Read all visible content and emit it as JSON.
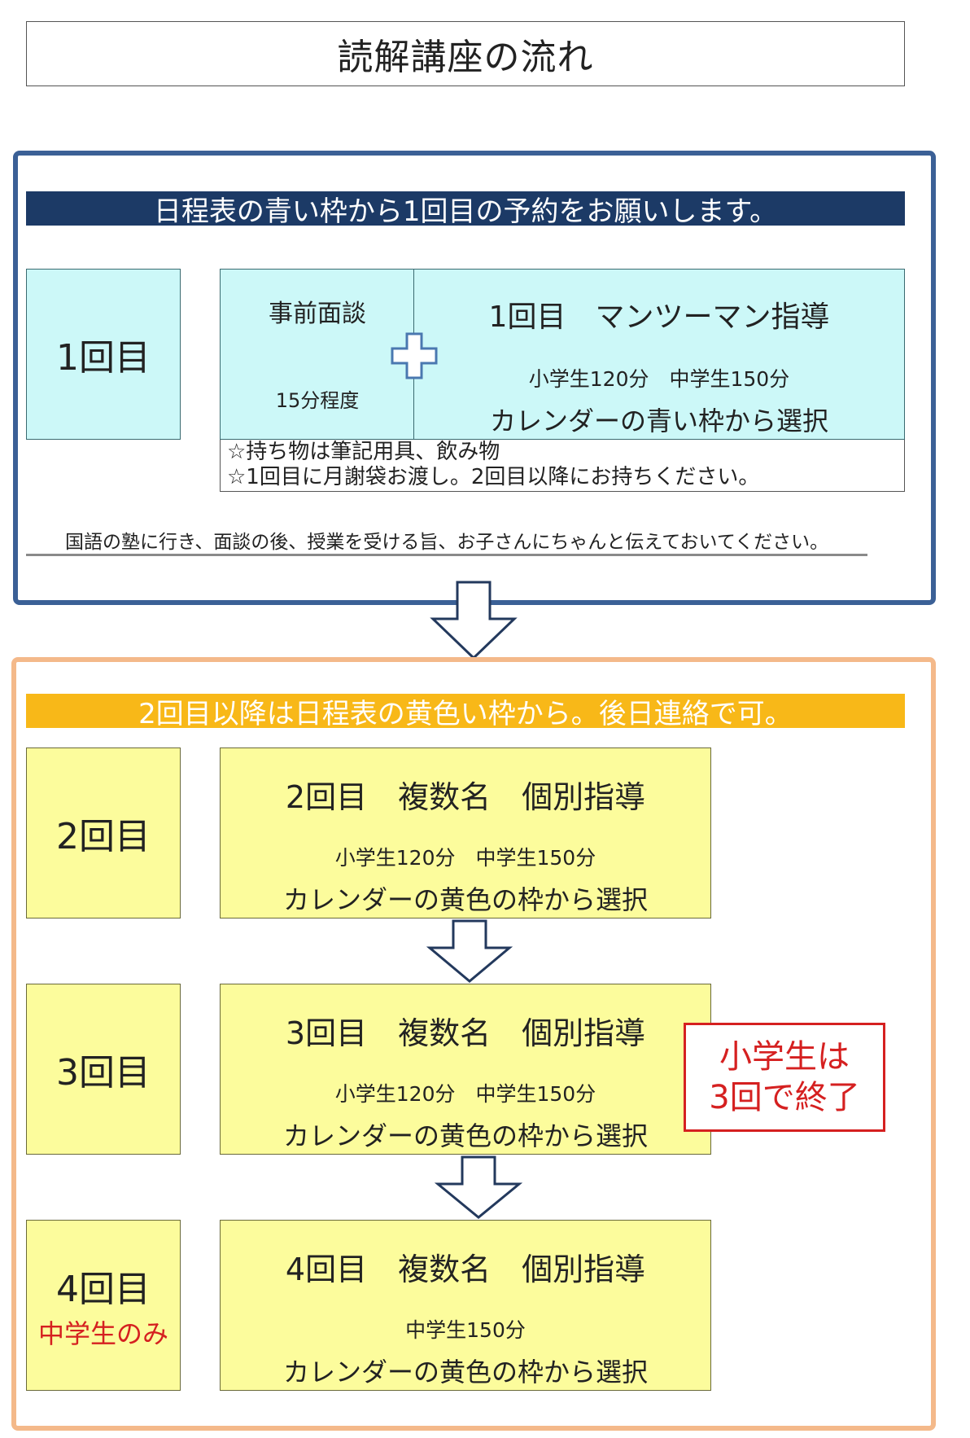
{
  "title": "読解講座の流れ",
  "section1": {
    "banner": "日程表の青い枠から1回目の予約をお願いします。",
    "step_label": "1回目",
    "pre_interview": {
      "title": "事前面談",
      "duration": "15分程度"
    },
    "main": {
      "title": "1回目　マンツーマン指導",
      "time": "小学生120分　中学生150分",
      "calendar": "カレンダーの青い枠から選択"
    },
    "notes": [
      "☆持ち物は筆記用具、飲み物",
      "☆1回目に月謝袋お渡し。2回目以降にお持ちください。"
    ],
    "remark": "国語の塾に行き、面談の後、授業を受ける旨、お子さんにちゃんと伝えておいてください。"
  },
  "section2": {
    "banner": "2回目以降は日程表の黄色い枠から。後日連絡で可。",
    "steps": [
      {
        "label": "2回目",
        "title": "2回目　複数名　個別指導",
        "time": "小学生120分　中学生150分",
        "calendar": "カレンダーの黄色の枠から選択"
      },
      {
        "label": "3回目",
        "title": "3回目　複数名　個別指導",
        "time": "小学生120分　中学生150分",
        "calendar": "カレンダーの黄色の枠から選択"
      },
      {
        "label": "4回目",
        "sub": "中学生のみ",
        "title": "4回目　複数名　個別指導",
        "time": "中学生150分",
        "calendar": "カレンダーの黄色の枠から選択"
      }
    ],
    "callout": [
      "小学生は",
      "3回で終了"
    ]
  },
  "colors": {
    "blue_frame": "#3b6096",
    "navy_banner": "#1c3a66",
    "orange_frame": "#f4b98a",
    "yellow_banner": "#f8b818",
    "cyan_box": "#ccf8f8",
    "yellow_box": "#fcfc9c",
    "red": "#d52020"
  },
  "icons": [
    "plus-icon",
    "down-arrow-icon"
  ]
}
